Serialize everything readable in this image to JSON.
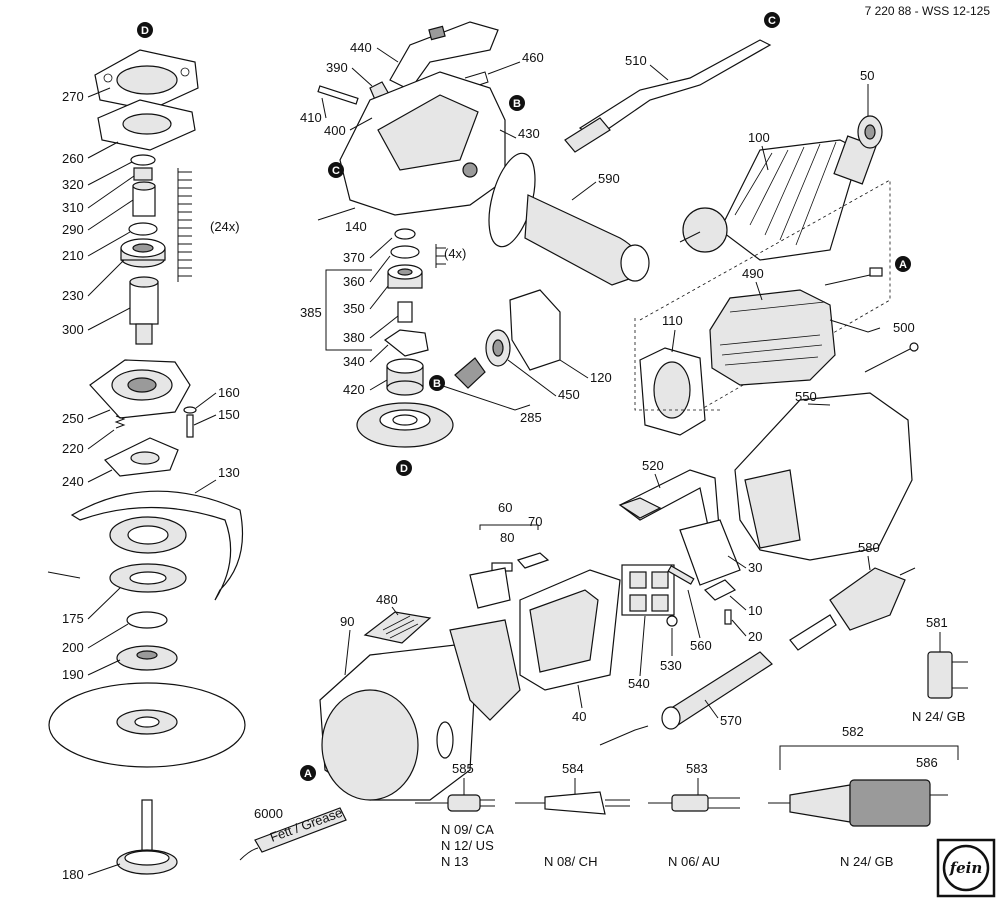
{
  "header": {
    "doc_ref": "7 220 88 - WSS 12-125"
  },
  "logo": {
    "text": "fein"
  },
  "badges": [
    "A",
    "B",
    "C",
    "D"
  ],
  "labels": {
    "p270": "270",
    "p260": "260",
    "p320": "320",
    "p310": "310",
    "p290": "290",
    "p210": "210",
    "p230": "230",
    "p300": "300",
    "p250": "250",
    "p160": "160",
    "p150": "150",
    "p220": "220",
    "p240": "240",
    "p130": "130",
    "p175": "175",
    "p200": "200",
    "p190": "190",
    "p180": "180",
    "x24": "(24x)",
    "x4": "(4x)",
    "p440": "440",
    "p390": "390",
    "p410": "410",
    "p400": "400",
    "p460": "460",
    "p430": "430",
    "p140": "140",
    "p590": "590",
    "p370": "370",
    "p360": "360",
    "p385": "385",
    "p350": "350",
    "p380": "380",
    "p340": "340",
    "p420": "420",
    "p450": "450",
    "p120": "120",
    "p285": "285",
    "p510": "510",
    "p100": "100",
    "p50": "50",
    "p490": "490",
    "p110": "110",
    "p500": "500",
    "p550": "550",
    "p520": "520",
    "p60": "60",
    "p70": "70",
    "p80": "80",
    "p30": "30",
    "p10": "10",
    "p20": "20",
    "p560": "560",
    "p530": "530",
    "p540": "540",
    "p480": "480",
    "p90": "90",
    "p40": "40",
    "p570": "570",
    "p580": "580",
    "p581": "581",
    "p6000": "6000",
    "p585": "585",
    "p584": "584",
    "p583": "583",
    "p582": "582",
    "p586": "586"
  },
  "variants": {
    "n24gb_plug": "N 24/ GB",
    "n09": "N 09/ CA",
    "n12": "N 12/ US",
    "n13": "N 13",
    "n08": "N 08/ CH",
    "n06": "N 06/ AU",
    "n24gb": "N 24/ GB"
  },
  "grease_tube_label": "Fett / Grease"
}
